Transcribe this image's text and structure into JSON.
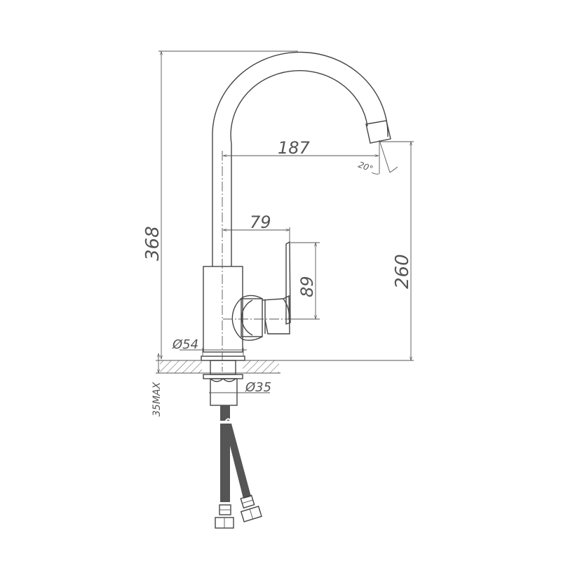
{
  "drawing": {
    "subject": "kitchen-faucet-side-elevation",
    "dimensions": {
      "total_height": "368",
      "spout_reach": "187",
      "spout_angle": "20°",
      "spout_height": "260",
      "handle_offset": "79",
      "handle_height": "89",
      "base_diameter": "Ø54",
      "shank_diameter": "Ø35",
      "max_counter_thickness": "35MAX"
    },
    "colors": {
      "line": "#444444",
      "hose": "#555555",
      "background": "#ffffff"
    }
  }
}
